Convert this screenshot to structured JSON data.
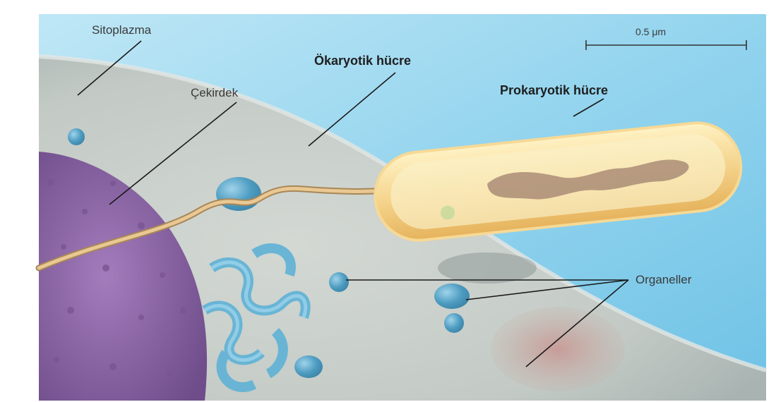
{
  "labels": {
    "cytoplasm": "Sitoplazma",
    "nucleus": "Çekirdek",
    "eukaryotic_cell": "Ökaryotik hücre",
    "prokaryotic_cell": "Prokaryotik hücre",
    "organelles": "Organeller"
  },
  "scale_bar": {
    "label": "0.5 μm"
  },
  "colors": {
    "background_blue": "#8fd3ee",
    "eukaryotic_cell": "#c9cec9",
    "nucleus": "#8f6aa6",
    "organelle": "#5aa6c8",
    "prokaryotic_cell": "#f1cf82",
    "flagellum": "#d9b27a"
  }
}
